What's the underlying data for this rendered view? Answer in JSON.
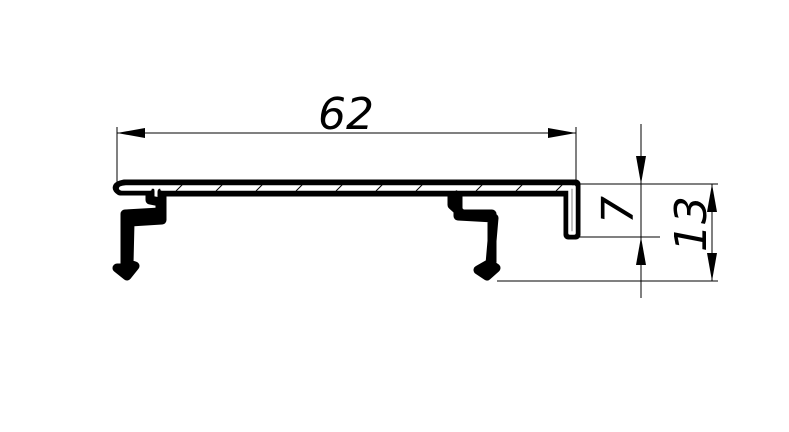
{
  "dimensions": {
    "width": {
      "label": "62"
    },
    "lip_height": {
      "label": "7"
    },
    "total_height": {
      "label": "13"
    }
  },
  "colors": {
    "line": "#000000",
    "background": "#ffffff"
  }
}
